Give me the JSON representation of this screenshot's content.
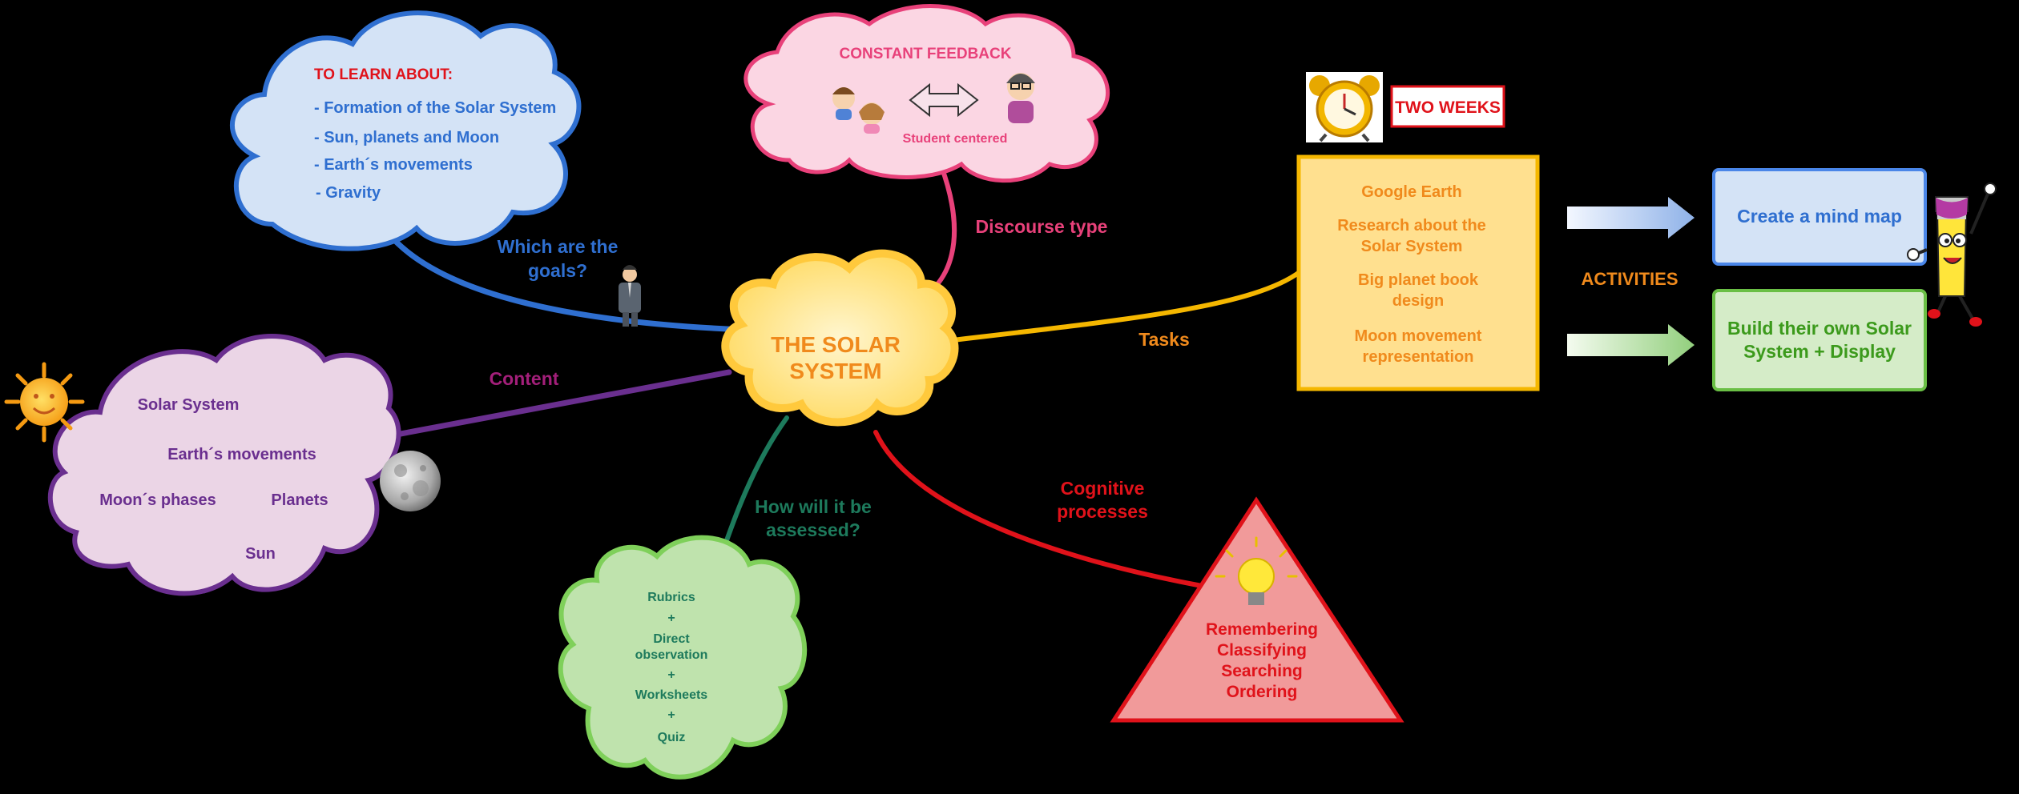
{
  "center": {
    "line1": "THE SOLAR",
    "line2": "SYSTEM"
  },
  "goals": {
    "branch_label_1": "Which are the",
    "branch_label_2": "goals?",
    "heading": "TO LEARN ABOUT:",
    "items": [
      "- Formation of the Solar System",
      "- Sun, planets and Moon",
      "- Earth´s movements",
      "- Gravity"
    ]
  },
  "discourse": {
    "branch_label": "Discourse type",
    "heading": "CONSTANT FEEDBACK",
    "caption": "Student centered"
  },
  "content": {
    "branch_label": "Content",
    "items": [
      "Solar System",
      "Earth´s movements",
      "Moon´s phases",
      "Planets",
      "Sun"
    ]
  },
  "assessment": {
    "branch_label_1": "How will it be",
    "branch_label_2": "assessed?",
    "items": [
      "Rubrics",
      "+",
      "Direct",
      "observation",
      "+",
      "Worksheets",
      "+",
      "Quiz"
    ]
  },
  "cognitive": {
    "branch_label_1": "Cognitive",
    "branch_label_2": "processes",
    "items": [
      "Remembering",
      "Classifying",
      "Searching",
      "Ordering"
    ]
  },
  "tasks": {
    "branch_label": "Tasks",
    "duration": "TWO WEEKS",
    "lines": [
      "Google Earth",
      "Research about the",
      "Solar System",
      "Big planet book",
      "design",
      "Moon movement",
      "representation"
    ]
  },
  "activities": {
    "label": "ACTIVITIES",
    "item1": "Create a mind map",
    "item2_line1": "Build their own Solar",
    "item2_line2": "System + Display"
  },
  "colors": {
    "goals": "#2f6fd0",
    "discourse": "#e8417a",
    "content": "#6a2f8f",
    "assessment": "#1d7a5c",
    "cognitive": "#e0121a",
    "tasks": "#f5b700",
    "activities_label": "#f08a1c",
    "center_text": "#f08a1c"
  }
}
